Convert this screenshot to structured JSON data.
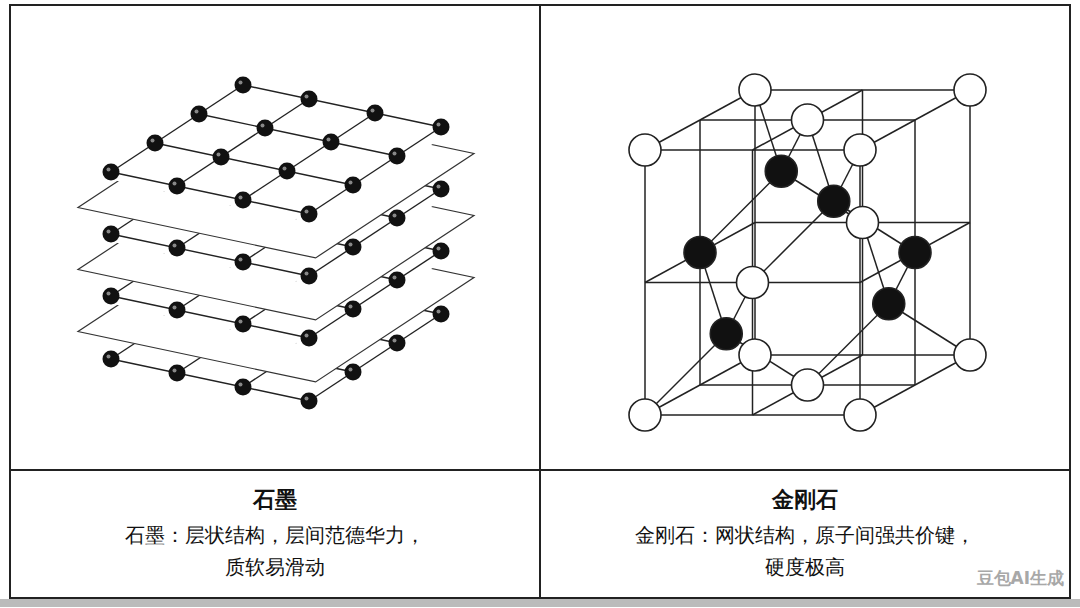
{
  "diagram": {
    "nodes": [
      {
        "text": [
          "石墨",
          "石墨：层状结构，层间范德华力， 质软易滑动"
        ]
      },
      {
        "text": [
          "金刚石",
          "金刚石：网状结构，原子间强共价键， 硬度极高"
        ]
      }
    ],
    "labels": [
      "豆包AI生成"
    ]
  }
}
